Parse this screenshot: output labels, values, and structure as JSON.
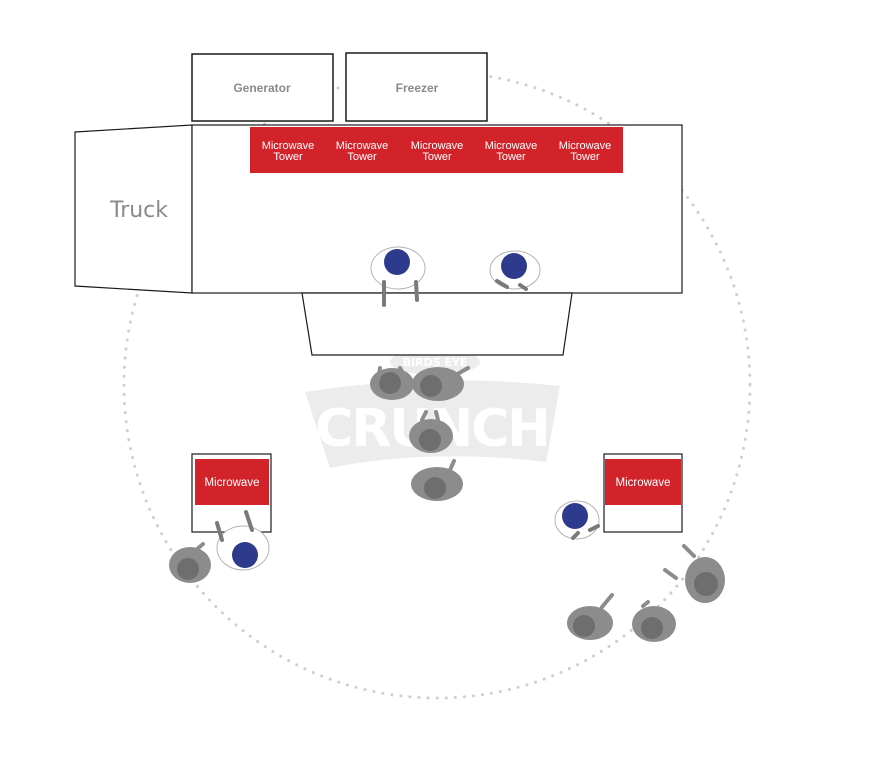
{
  "equipment": {
    "generator_label": "Generator",
    "freezer_label": "Freezer",
    "truck_label": "Truck",
    "tower_label_line1": "Microwave",
    "tower_label_line2": "Tower",
    "microwave_left_label": "Microwave",
    "microwave_right_label": "Microwave"
  },
  "colors": {
    "accent_red": "#d2232a",
    "staff_blue": "#2e3a8c",
    "crowd_gray": "#8c8c8c",
    "crowd_head": "#6e6e6e",
    "outline": "#1a1a1a",
    "dotted_circle": "#cfcfcf",
    "watermark": "#ececec"
  },
  "watermark": {
    "small_text": "BIRDS EYE",
    "big_text": "CRUNCH"
  }
}
